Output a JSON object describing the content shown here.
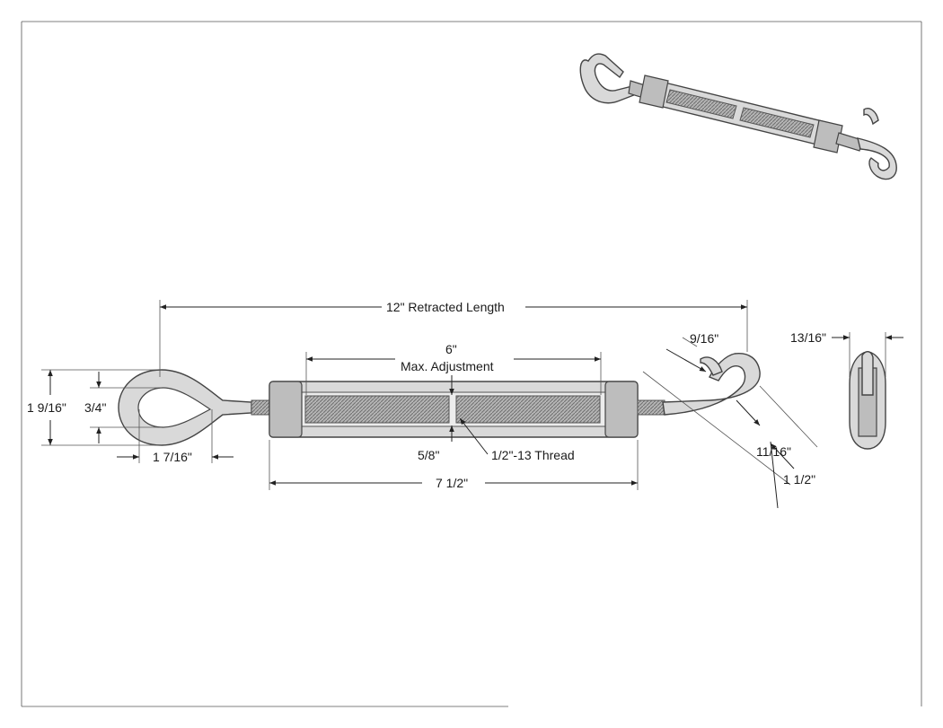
{
  "dimensions": {
    "retracted_length": "12\" Retracted Length",
    "max_adjustment_value": "6\"",
    "max_adjustment_label": "Max. Adjustment",
    "eye_outer_height": "1 9/16\"",
    "eye_inner_height": "3/4\"",
    "eye_length": "1 7/16\"",
    "rod_diameter": "5/8\"",
    "thread_spec": "1/2\"-13 Thread",
    "body_length": "7 1/2\"",
    "hook_tip": "9/16\"",
    "hook_throat": "11/16\"",
    "hook_length": "1 1/2\"",
    "side_width": "13/16\""
  },
  "colors": {
    "line": "#222222",
    "metal": "#d9d9d9",
    "thread": "#9a9a9a"
  }
}
